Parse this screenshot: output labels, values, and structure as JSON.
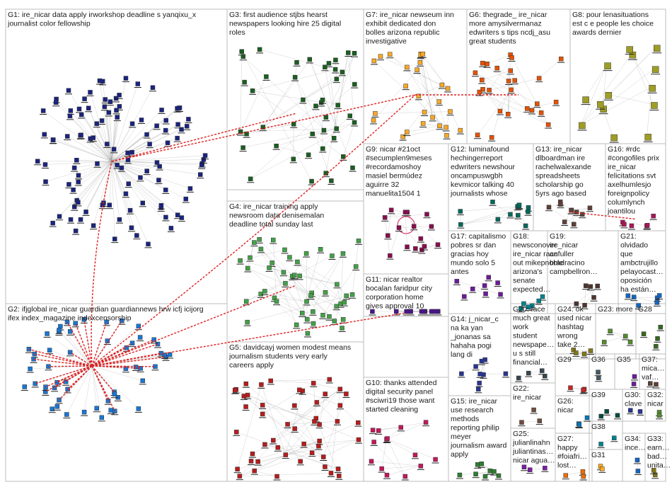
{
  "groups": [
    {
      "id": "G1",
      "label_lines": [
        "G1: ire_nicar data apply irworkshop deadline s yanqixu_x",
        "journalist color fellowship"
      ],
      "color": "#1a237e",
      "nodes": 110
    },
    {
      "id": "G2",
      "label_lines": [
        "G2: ifjglobal ire_nicar guardian guardiannews hrw icfj icijorg",
        "ifex index_magazine indexcensorship"
      ],
      "color": "#1976d2",
      "nodes": 55
    },
    {
      "id": "G3",
      "label_lines": [
        "G3: first audience stjbs hearst",
        "newspapers looking hire 25 digital",
        "roles"
      ],
      "color": "#1b5e20",
      "nodes": 45
    },
    {
      "id": "G4",
      "label_lines": [
        "G4: ire_nicar training apply",
        "newsroom data denisemalan",
        "deadline total sunday last"
      ],
      "color": "#43a047",
      "nodes": 50
    },
    {
      "id": "G5",
      "label_lines": [
        "G5: davidcayj women modest means",
        "journalism students very early",
        "careers apply"
      ],
      "color": "#b71c1c",
      "nodes": 50
    },
    {
      "id": "G6",
      "label_lines": [
        "G6: thegrade_ ire_nicar",
        "more amysilvermanaz",
        "edwriters s tips ncdj_asu",
        "great students"
      ],
      "color": "#e65100",
      "nodes": 26
    },
    {
      "id": "G7",
      "label_lines": [
        "G7: ire_nicar newseum inn",
        "exhibit dedicated don",
        "bolles arizona republic",
        "investigative"
      ],
      "color": "#f9a825",
      "nodes": 26
    },
    {
      "id": "G8",
      "label_lines": [
        "G8: pour lenasituations",
        "est c e people les choice",
        "awards dernier"
      ],
      "color": "#9e9d24",
      "nodes": 14
    },
    {
      "id": "G9",
      "label_lines": [
        "G9: nicar #21oct",
        "#secumplen9meses",
        "#recordamoshoy",
        "masiel bermúdez",
        "aguirre 32",
        "manuelita1504 1"
      ],
      "color": "#880e4f",
      "nodes": 16
    },
    {
      "id": "G10",
      "label_lines": [
        "G10: thanks attended",
        "digital security panel",
        "#sciwri19 those want",
        "started cleaning"
      ],
      "color": "#c2185b",
      "nodes": 14
    },
    {
      "id": "G11",
      "label_lines": [
        "G11: nicar realtor",
        "bocalan faridpur city",
        "corporation home",
        "gives approval 10"
      ],
      "color": "#4a148c",
      "nodes": 16
    },
    {
      "id": "G12",
      "label_lines": [
        "G12: luminafound",
        "hechingerreport",
        "edwriters newshour",
        "oncampuswgbh",
        "kevmicor talking 40",
        "journalists whose"
      ],
      "color": "#00695c",
      "nodes": 12
    },
    {
      "id": "G13",
      "label_lines": [
        "G13: ire_nicar",
        "dlboardman ire",
        "rachelwalexande",
        "spreadsheets",
        "scholarship go",
        "5yrs ago based"
      ],
      "color": "#5d4037",
      "nodes": 10
    },
    {
      "id": "G14",
      "label_lines": [
        "G14: j_nicar_c",
        "na ka yan",
        "_jonanas sa",
        "hahaha pogi",
        "lang di"
      ],
      "color": "#283593",
      "nodes": 9
    },
    {
      "id": "G15",
      "label_lines": [
        "G15: ire_nicar",
        "use research",
        "methods",
        "reporting philip",
        "meyer",
        "journalism award",
        "apply"
      ],
      "color": "#2e7d32",
      "nodes": 8
    },
    {
      "id": "G16",
      "label_lines": [
        "G16: #rdc",
        "#congofiles prix",
        "ire_nicar",
        "felicitations svt",
        "axelhumlesjo",
        "foreignpolicy",
        "columlynch",
        "joantilou"
      ],
      "color": "#ad1457",
      "nodes": 6
    },
    {
      "id": "G17",
      "label_lines": [
        "G17: capitalismo",
        "pobres sr dan",
        "gracias hoy",
        "mundo solo 5",
        "antes"
      ],
      "color": "#6a1b9a",
      "nodes": 8
    },
    {
      "id": "G18",
      "label_lines": [
        "G18:",
        "newsconover",
        "ire_nicar race",
        "out mikepnoble",
        "arizona's",
        "senate",
        "expected…"
      ],
      "color": "#00838f",
      "nodes": 6
    },
    {
      "id": "G19",
      "label_lines": [
        "G19:",
        "ire_nicar",
        "anfuller",
        "bradracino",
        "campbellron…"
      ],
      "color": "#4e342e",
      "nodes": 6
    },
    {
      "id": "G21",
      "label_lines": [
        "G21:",
        "olvidado",
        "que",
        "ambctrujillo",
        "pelayocast…",
        "oposición",
        "ha están…"
      ],
      "color": "#1565c0",
      "nodes": 6
    },
    {
      "id": "G20",
      "label_lines": [
        "G20: face",
        "much great",
        "work",
        "student",
        "newspape…",
        "u s still",
        "financial…"
      ],
      "color": "#37474f",
      "nodes": 4
    },
    {
      "id": "G24",
      "label_lines": [
        "G24: ok",
        "used nicar",
        "hashtag",
        "wrong",
        "take 2…"
      ],
      "color": "#827717",
      "nodes": 4
    },
    {
      "id": "G23",
      "label_lines": [
        "G23: more"
      ],
      "color": "#558b2f",
      "nodes": 4
    },
    {
      "id": "G28",
      "label_lines": [
        "G28"
      ],
      "color": "#33691e",
      "nodes": 4
    },
    {
      "id": "G22",
      "label_lines": [
        "G22:",
        "ire_nicar"
      ],
      "color": "#6d4c41",
      "nodes": 3
    },
    {
      "id": "G25",
      "label_lines": [
        "G25:",
        "julianlinahn",
        "juliantinas…",
        "nicar agua…"
      ],
      "color": "#7b1fa2",
      "nodes": 3
    },
    {
      "id": "G26",
      "label_lines": [
        "G26:",
        "nicar"
      ],
      "color": "#0277bd",
      "nodes": 3
    },
    {
      "id": "G27",
      "label_lines": [
        "G27:",
        "happy",
        "#foiafri…",
        "lost…"
      ],
      "color": "#ef6c00",
      "nodes": 3
    },
    {
      "id": "G29",
      "label_lines": [
        "G29"
      ],
      "color": "#c62828",
      "nodes": 3
    },
    {
      "id": "G36",
      "label_lines": [
        "G36"
      ],
      "color": "#455a64",
      "nodes": 2
    },
    {
      "id": "G35",
      "label_lines": [
        "G35"
      ],
      "color": "#6a1b9a",
      "nodes": 2
    },
    {
      "id": "G37",
      "label_lines": [
        "G37:",
        "mica…",
        "vaf…"
      ],
      "color": "#5d4037",
      "nodes": 2
    },
    {
      "id": "G39",
      "label_lines": [
        "G39"
      ],
      "color": "#004d40",
      "nodes": 3
    },
    {
      "id": "G30",
      "label_lines": [
        "G30:",
        "clave"
      ],
      "color": "#283593",
      "nodes": 2
    },
    {
      "id": "G32",
      "label_lines": [
        "G32:",
        "nicar"
      ],
      "color": "#558b2f",
      "nodes": 2
    },
    {
      "id": "G38",
      "label_lines": [
        "G38"
      ],
      "color": "#00838f",
      "nodes": 2
    },
    {
      "id": "G31",
      "label_lines": [
        "G31"
      ],
      "color": "#f9a825",
      "nodes": 2
    },
    {
      "id": "G34",
      "label_lines": [
        "G34:",
        "ince…"
      ],
      "color": "#1565c0",
      "nodes": 2
    },
    {
      "id": "G33",
      "label_lines": [
        "G33:",
        "earn…",
        "bad…",
        "unita…"
      ],
      "color": "#827717",
      "nodes": 2
    }
  ]
}
